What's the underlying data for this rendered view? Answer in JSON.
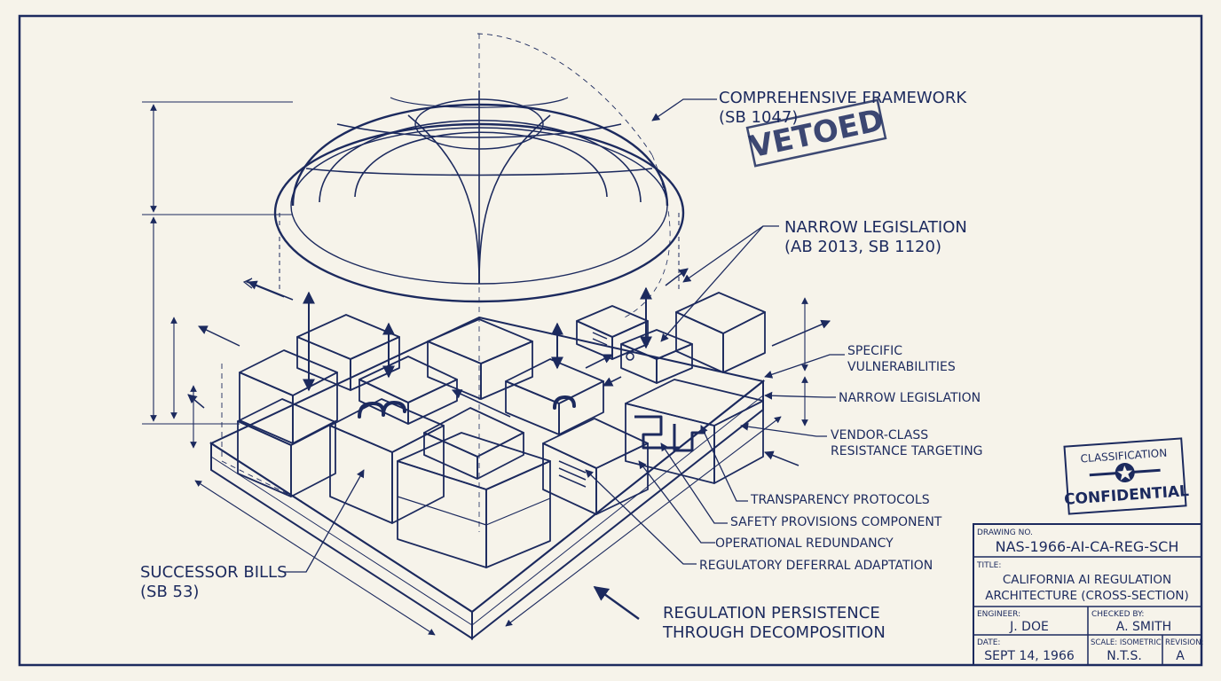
{
  "colors": {
    "ink": "#1c2a5e",
    "paper": "#f6f3ea",
    "dome_fill": "#e6e9f0",
    "block_top": "#eef0f4",
    "block_side": "#d5dae6"
  },
  "labels": {
    "comprehensive_line1": "COMPREHENSIVE FRAMEWORK",
    "comprehensive_line2": "(SB 1047)",
    "vetoed_stamp": "VETOED",
    "narrow_line1": "NARROW LEGISLATION",
    "narrow_line2": "(AB 2013, SB 1120)",
    "specific_line1": "SPECIFIC",
    "specific_line2": "VULNERABILITIES",
    "narrow_small": "NARROW LEGISLATION",
    "vendor_line1": "VENDOR-CLASS",
    "vendor_line2": "RESISTANCE TARGETING",
    "transparency": "TRANSPARENCY PROTOCOLS",
    "safety": "SAFETY PROVISIONS COMPONENT",
    "redundancy": "OPERATIONAL REDUNDANCY",
    "deferral": "REGULATORY DEFERRAL ADAPTATION",
    "successor_line1": "SUCCESSOR BILLS",
    "successor_line2": "(SB 53)",
    "persistence_line1": "REGULATION PERSISTENCE",
    "persistence_line2": "THROUGH DECOMPOSITION"
  },
  "classification": {
    "top": "CLASSIFICATION",
    "bottom": "CONFIDENTIAL"
  },
  "title_block": {
    "drawing_no_label": "DRAWING NO.",
    "drawing_no": "NAS-1966-AI-CA-REG-SCH",
    "title_label": "TITLE:",
    "title_line1": "CALIFORNIA AI REGULATION",
    "title_line2": "ARCHITECTURE (CROSS-SECTION)",
    "engineer_label": "ENGINEER:",
    "engineer": "J. DOE",
    "checked_label": "CHECKED BY:",
    "checked": "A. SMITH",
    "date_label": "DATE:",
    "date": "SEPT 14, 1966",
    "scale_label": "SCALE: ISOMETRIC",
    "scale": "N.T.S.",
    "revision_label": "REVISION:",
    "revision": "A"
  }
}
